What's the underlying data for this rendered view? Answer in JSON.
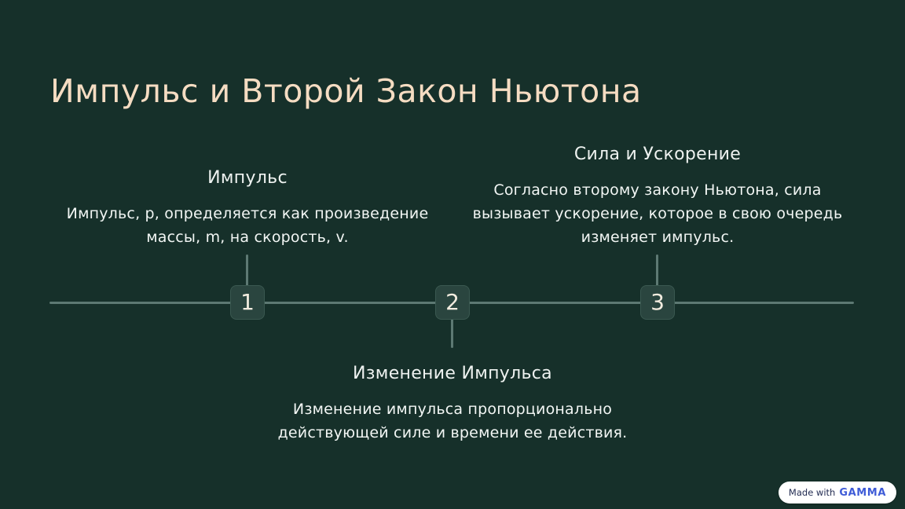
{
  "slide": {
    "title": "Импульс и Второй Закон Ньютона",
    "background_color": "#16302a",
    "title_color": "#f5dcc2",
    "text_color": "#eef2f0"
  },
  "timeline": {
    "line_color": "#5d7973",
    "marker_background": "#2a453f",
    "steps": [
      {
        "number": "1",
        "heading": "Импульс",
        "line1": "Импульс, p, определяется как произведение",
        "line2": "массы, m, на скорость, v."
      },
      {
        "number": "2",
        "heading": "Изменение Импульса",
        "line1": "Изменение импульса пропорционально",
        "line2": "действующей силе и времени ее действия."
      },
      {
        "number": "3",
        "heading": "Сила и Ускорение",
        "line1": "Согласно второму закону Ньютона, сила",
        "line2": "вызывает ускорение, которое в свою очередь",
        "line3": "изменяет импульс."
      }
    ]
  },
  "badge": {
    "prefix": "Made with",
    "brand": "GAMMA",
    "brand_color": "#3e5bd7"
  }
}
